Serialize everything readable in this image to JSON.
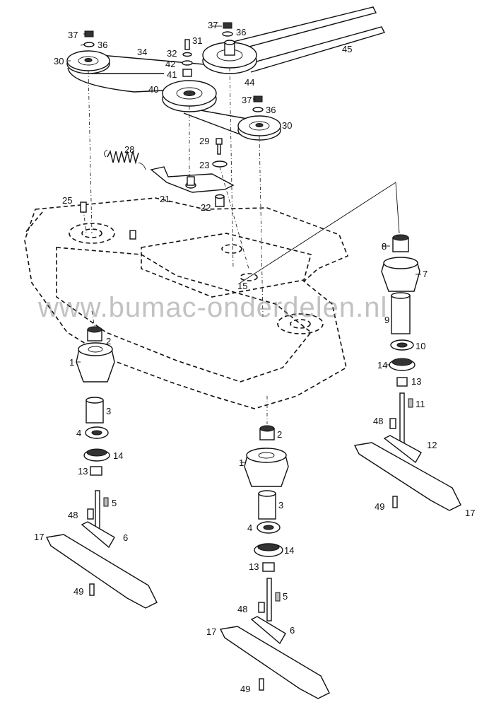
{
  "watermark": "www.bumac-onderdelen.nl",
  "callouts": [
    {
      "id": "37a",
      "text": "37"
    },
    {
      "id": "36a",
      "text": "36"
    },
    {
      "id": "30a",
      "text": "30"
    },
    {
      "id": "34",
      "text": "34"
    },
    {
      "id": "31",
      "text": "31"
    },
    {
      "id": "32",
      "text": "32"
    },
    {
      "id": "42",
      "text": "42"
    },
    {
      "id": "41",
      "text": "41"
    },
    {
      "id": "37b",
      "text": "37"
    },
    {
      "id": "36b",
      "text": "36"
    },
    {
      "id": "45",
      "text": "45"
    },
    {
      "id": "40",
      "text": "40"
    },
    {
      "id": "44",
      "text": "44"
    },
    {
      "id": "37c",
      "text": "37"
    },
    {
      "id": "36c",
      "text": "36"
    },
    {
      "id": "30b",
      "text": "30"
    },
    {
      "id": "29",
      "text": "29"
    },
    {
      "id": "28",
      "text": "28"
    },
    {
      "id": "23",
      "text": "23"
    },
    {
      "id": "21",
      "text": "21"
    },
    {
      "id": "22",
      "text": "22"
    },
    {
      "id": "25",
      "text": "25"
    },
    {
      "id": "15",
      "text": "15"
    },
    {
      "id": "8",
      "text": "8"
    },
    {
      "id": "7",
      "text": "7"
    },
    {
      "id": "9",
      "text": "9"
    },
    {
      "id": "10",
      "text": "10"
    },
    {
      "id": "14r",
      "text": "14"
    },
    {
      "id": "13r",
      "text": "13"
    },
    {
      "id": "11",
      "text": "11"
    },
    {
      "id": "48r",
      "text": "48"
    },
    {
      "id": "12",
      "text": "12"
    },
    {
      "id": "49r",
      "text": "49"
    },
    {
      "id": "17r",
      "text": "17"
    },
    {
      "id": "2l",
      "text": "2"
    },
    {
      "id": "1l",
      "text": "1"
    },
    {
      "id": "3l",
      "text": "3"
    },
    {
      "id": "4l",
      "text": "4"
    },
    {
      "id": "14l",
      "text": "14"
    },
    {
      "id": "13l",
      "text": "13"
    },
    {
      "id": "5l",
      "text": "5"
    },
    {
      "id": "48l",
      "text": "48"
    },
    {
      "id": "6l",
      "text": "6"
    },
    {
      "id": "17l",
      "text": "17"
    },
    {
      "id": "49l",
      "text": "49"
    },
    {
      "id": "2c",
      "text": "2"
    },
    {
      "id": "1c",
      "text": "1"
    },
    {
      "id": "3c",
      "text": "3"
    },
    {
      "id": "4c",
      "text": "4"
    },
    {
      "id": "14c",
      "text": "14"
    },
    {
      "id": "13c",
      "text": "13"
    },
    {
      "id": "5c",
      "text": "5"
    },
    {
      "id": "48c",
      "text": "48"
    },
    {
      "id": "6c",
      "text": "6"
    },
    {
      "id": "17c",
      "text": "17"
    },
    {
      "id": "49c",
      "text": "49"
    }
  ]
}
